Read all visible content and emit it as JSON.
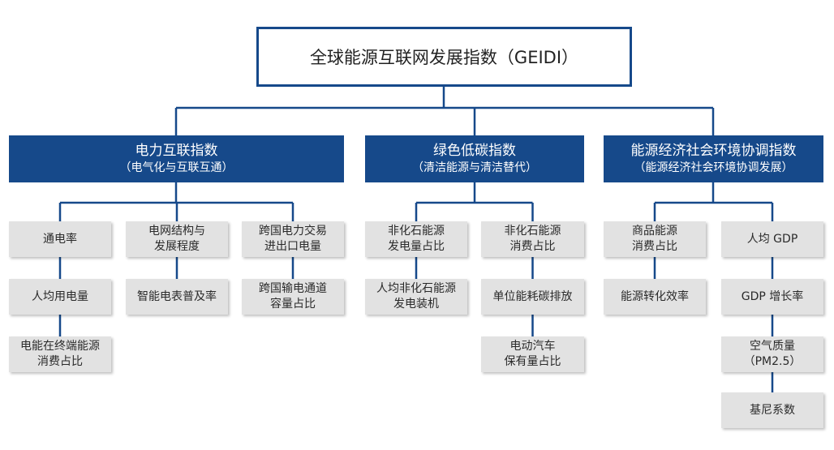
{
  "root": {
    "title": "全球能源互联网发展指数（GEIDI）"
  },
  "categories": [
    {
      "title": "电力互联指数",
      "subtitle": "（电气化与互联互通）",
      "columns": [
        [
          "通电率",
          "人均用电量",
          "电能在终端能源\n消费占比"
        ],
        [
          "电网结构与\n发展程度",
          "智能电表普及率"
        ],
        [
          "跨国电力交易\n进出口电量",
          "跨国输电通道\n容量占比"
        ]
      ]
    },
    {
      "title": "绿色低碳指数",
      "subtitle": "（清洁能源与清洁替代）",
      "columns": [
        [
          "非化石能源\n发电量占比",
          "人均非化石能源\n发电装机"
        ],
        [
          "非化石能源\n消费占比",
          "单位能耗碳排放",
          "电动汽车\n保有量占比"
        ]
      ]
    },
    {
      "title": "能源经济社会环境协调指数",
      "subtitle": "（能源经济社会环境协调发展）",
      "columns": [
        [
          "商品能源\n消费占比",
          "能源转化效率"
        ],
        [
          "人均 GDP",
          "GDP 增长率",
          "空气质量\n（PM2.5）",
          "基尼系数"
        ]
      ]
    }
  ]
}
